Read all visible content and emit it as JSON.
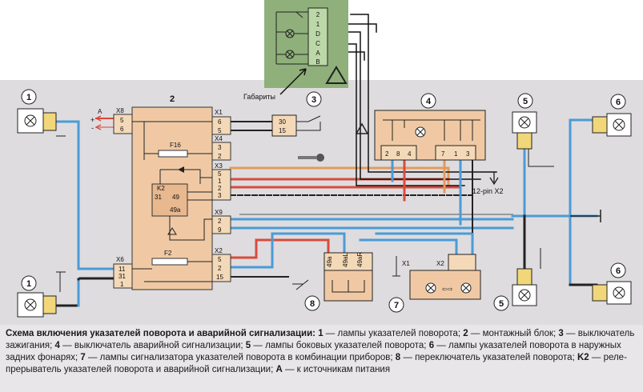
{
  "inset": {
    "pins": [
      "2",
      "1",
      "D",
      "C",
      "A",
      "B"
    ],
    "label_gabarity": "Габариты"
  },
  "blocks": {
    "b1": "1",
    "b2": "2",
    "b3": "3",
    "b4": "4",
    "b5": "5",
    "b6": "6",
    "b7": "7",
    "b8": "8"
  },
  "block2": {
    "x8": "X8",
    "x8_pins": [
      "5",
      "6"
    ],
    "x6": "X6",
    "x6_pins": [
      "11",
      "31",
      "1"
    ],
    "x1": "X1",
    "x1_pins": [
      "6",
      "5"
    ],
    "x4": "X4",
    "x4_pins": [
      "3",
      "2"
    ],
    "x3": "X3",
    "x3_pins": [
      "5",
      "1",
      "2",
      "3"
    ],
    "x9": "X9",
    "x9_pins": [
      "2",
      "9"
    ],
    "x2": "X2",
    "x2_pins": [
      "5",
      "2",
      "15"
    ],
    "f16": "F16",
    "f2": "F2",
    "k2": "K2",
    "k2_pins": [
      "31",
      "49",
      "49a"
    ]
  },
  "block3": {
    "pins": [
      "30",
      "15"
    ]
  },
  "block4": {
    "pins": [
      "2",
      "8",
      "4",
      "7",
      "1",
      "3"
    ]
  },
  "block7": {
    "x1": "X1",
    "x2": "X2"
  },
  "block8": {
    "pins": [
      "49a",
      "49aL",
      "49aR"
    ]
  },
  "sources": {
    "a": "A",
    "plus": "+",
    "minus": "-"
  },
  "annotation_12pin": "12-pin X2",
  "caption": {
    "title": "Схема включения указателей поворота и аварийной сигнализации:",
    "items": [
      {
        "num": "1",
        "text": "лампы указателей поворота;"
      },
      {
        "num": "2",
        "text": "монтажный блок;"
      },
      {
        "num": "3",
        "text": "выключатель зажигания;"
      },
      {
        "num": "4",
        "text": "выключатель аварийной сигнализации;"
      },
      {
        "num": "5",
        "text": "лампы боковых указателей поворота;"
      },
      {
        "num": "6",
        "text": "лампы указателей поворота в наружных задних фонарях;"
      },
      {
        "num": "7",
        "text": "лампы сигнализатора указателей поворота в комбинации приборов;"
      },
      {
        "num": "8",
        "text": "переключатель указателей поворота;"
      },
      {
        "num": "K2",
        "text": "реле-прерыватель указателей поворота и аварийной сигнализации;"
      },
      {
        "num": "A",
        "text": "к источникам питания"
      }
    ]
  },
  "colors": {
    "background": "#dedcdf",
    "block_fill": "#f0c9a4",
    "blue_wire": "#4a9bd6",
    "red_wire": "#d84b3e",
    "orange_wire": "#e39a5a",
    "inset_bg": "#8fb07a"
  }
}
